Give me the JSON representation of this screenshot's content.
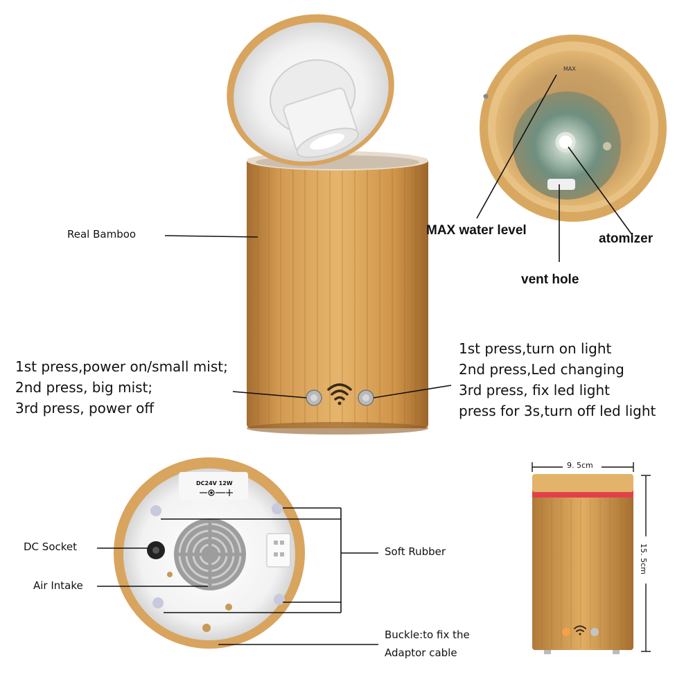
{
  "labels": {
    "real_bamboo": "Real Bamboo",
    "max_water_level": "MAX water level",
    "atomizer": "atomizer",
    "vent_hole": "vent hole",
    "max_mark": "MAX",
    "left_button": {
      "line1": "1st press,power on/small mist;",
      "line2": "2nd press, big mist;",
      "line3": "3rd press, power off"
    },
    "right_button": {
      "line1": "1st press,turn on light",
      "line2": "2nd press,Led changing",
      "line3": "3rd press, fix led light",
      "line4": "press for 3s,turn off led light"
    },
    "dc_socket": "DC Socket",
    "air_intake": "Air Intake",
    "soft_rubber": "Soft Rubber",
    "buckle_line1": "Buckle:to fix the",
    "buckle_line2": "Adaptor cable",
    "dc_rating": "DC24V 12W",
    "width_dim": "9. 5cm",
    "height_dim": "15. 5cm"
  },
  "colors": {
    "bamboo_light": "#e3b46a",
    "bamboo_mid": "#c9904a",
    "bamboo_dark": "#a06a2e",
    "plastic": "#eeeeee",
    "led_strip": "#e2414b",
    "orange_led": "#f5a04a"
  }
}
